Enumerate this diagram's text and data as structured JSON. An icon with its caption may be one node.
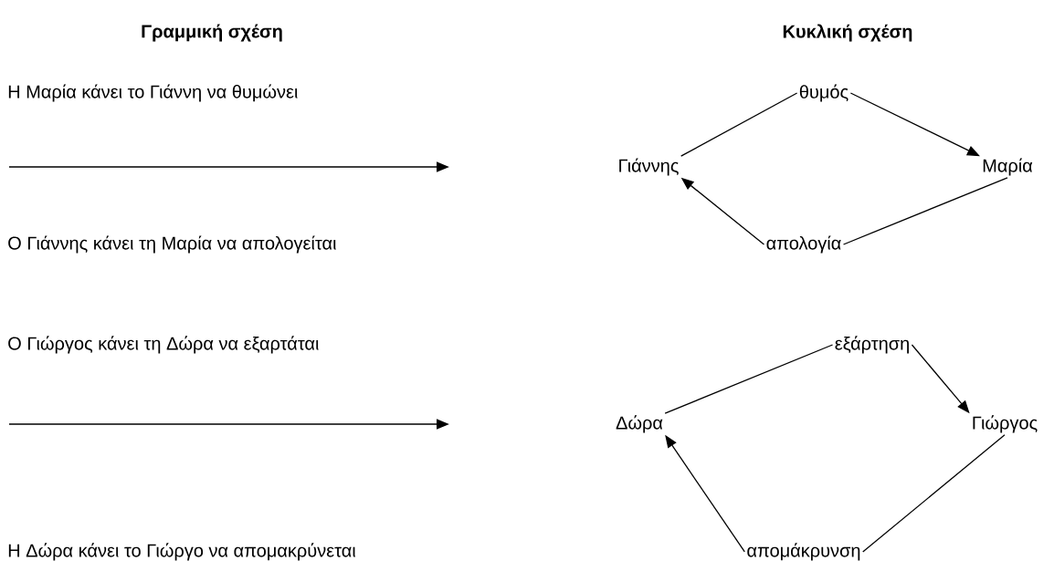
{
  "diagram": {
    "nodes": [
      {
        "text": [
          "θυμός"
        ]
      },
      {
        "text": [
          "Γιάννης"
        ]
      },
      {
        "text": [
          "Μαρία"
        ]
      },
      {
        "text": [
          "απολογία"
        ]
      },
      {
        "text": [
          "εξάρτηση"
        ]
      },
      {
        "text": [
          "Δώρα"
        ]
      },
      {
        "text": [
          "Γιώργος"
        ]
      },
      {
        "text": [
          "απομάκρυνση"
        ]
      }
    ],
    "edges": [
      {
        "from": 1,
        "to": 0,
        "arrow": "none"
      },
      {
        "from": 0,
        "to": 2,
        "arrow": "to"
      },
      {
        "from": 2,
        "to": 3,
        "arrow": "none"
      },
      {
        "from": 3,
        "to": 1,
        "arrow": "to"
      },
      {
        "from": 5,
        "to": 4,
        "arrow": "none"
      },
      {
        "from": 4,
        "to": 6,
        "arrow": "to"
      },
      {
        "from": 6,
        "to": 7,
        "arrow": "none"
      },
      {
        "from": 7,
        "to": 5,
        "arrow": "to"
      }
    ],
    "labels": [
      "Γραμμική σχέση",
      "Κυκλική σχέση",
      "Η Μαρία κάνει το Γιάννη να θυμώνει",
      "Ο Γιάννης κάνει τη Μαρία να απολογείται",
      "Ο Γιώργος κάνει τη Δώρα να εξαρτάται",
      "Η Δώρα κάνει το Γιώργο να απομακρύνεται"
    ]
  }
}
